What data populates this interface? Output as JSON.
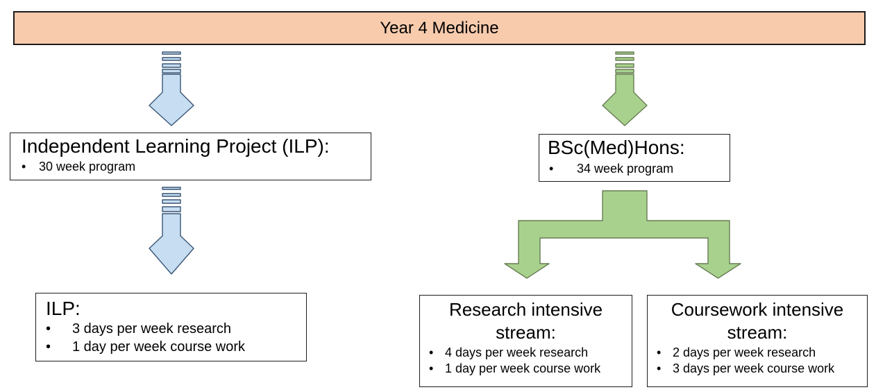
{
  "ui": {
    "bullet_char": "•"
  },
  "banner": {
    "title": "Year 4 Medicine"
  },
  "colors": {
    "banner_fill": "#F8CBAD",
    "box_border": "#1c1c1c",
    "blue_arrow_fill": "#C7DEF2",
    "blue_arrow_stroke": "#3A5574",
    "green_arrow_fill": "#A9D18E",
    "green_arrow_stroke": "#667C52"
  },
  "icons": {
    "left_arrow_top": "striped-down-arrow",
    "left_arrow_bottom": "striped-down-arrow",
    "right_arrow_top": "striped-down-arrow",
    "split_arrow": "bifurcating-down-arrow"
  },
  "ilp_branch": {
    "intro_box": {
      "title": "Independent Learning Project (ILP):",
      "bullets": [
        "30 week program"
      ]
    },
    "detail_box": {
      "title": "ILP:",
      "bullets": [
        "3 days per week research",
        "1 day per week course work"
      ]
    }
  },
  "bsc_branch": {
    "intro_box": {
      "title": "BSc(Med)Hons:",
      "bullets": [
        "34 week program"
      ]
    },
    "research_box": {
      "title": "Research intensive stream:",
      "bullets": [
        "4 days per week research",
        "1 day per week course work"
      ]
    },
    "coursework_box": {
      "title": "Coursework intensive stream:",
      "bullets": [
        "2 days per week research",
        "3 days per week course work"
      ]
    }
  }
}
